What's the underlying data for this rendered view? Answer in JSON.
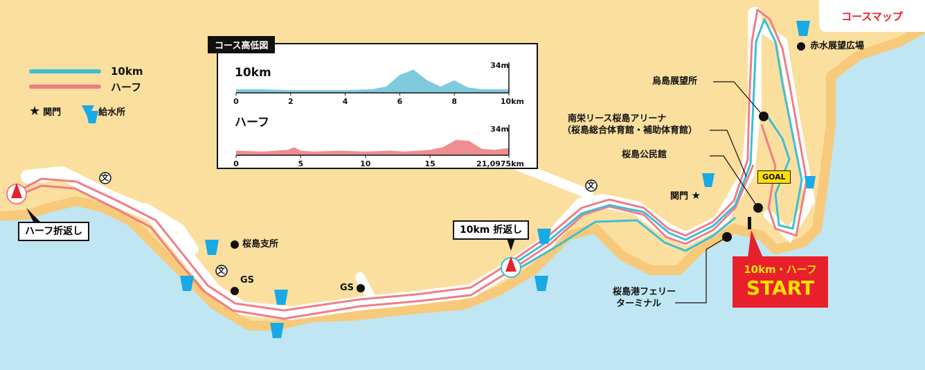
{
  "map_title": "コースマップ",
  "legend": {
    "line_10km": "10km",
    "line_half": "ハーフ",
    "checkpoint": "関門",
    "water_station": "給水所"
  },
  "elevation": {
    "title": "コース高低図",
    "top_chart": {
      "label": "10km",
      "max_label": "34m",
      "ticks": [
        "0",
        "2",
        "4",
        "6",
        "8",
        "10km"
      ]
    },
    "bottom_chart": {
      "label": "ハーフ",
      "max_label": "34m",
      "ticks": [
        "0",
        "5",
        "10",
        "15",
        "21,0975km"
      ]
    }
  },
  "places": {
    "akamizu": "赤水展望広場",
    "karasujima": "烏島展望所",
    "arena_line1": "南栄リース桜島アリーナ",
    "arena_line2": "（桜島総合体育館・補助体育館）",
    "kominkan": "桜島公民館",
    "sekimon": "関門",
    "branch_office": "桜島支所",
    "gs1": "GS",
    "gs2": "GS",
    "ferry_line1": "桜島港フェリー",
    "ferry_line2": "ターミナル"
  },
  "callouts": {
    "half_turn": "ハーフ折返し",
    "tenk_turn": "10km 折返し",
    "goal": "GOAL",
    "start_line1": "10km・ハーフ",
    "start_line2": "START"
  },
  "school_symbol": "文",
  "colors": {
    "sea": "#bfe6f2",
    "land": "#fbdf9e",
    "beach": "#f7c97a",
    "road": "#ffffff",
    "course_10km": "#3bbfd6",
    "course_half": "#ef7d86",
    "accent_red": "#e8202c",
    "goal_yellow": "#ffe100",
    "water_blue": "#19a9e4"
  },
  "chart_data": [
    {
      "type": "area",
      "title": "10km",
      "x": [
        0,
        1,
        2,
        3,
        4,
        5,
        5.5,
        6,
        6.5,
        7,
        7.5,
        8,
        8.5,
        9,
        10
      ],
      "y": [
        4,
        4,
        3,
        3,
        3,
        4,
        7,
        20,
        26,
        14,
        7,
        14,
        6,
        4,
        4
      ],
      "xlim": [
        0,
        10
      ],
      "ylim": [
        0,
        34
      ],
      "color": "#7fcbdd"
    },
    {
      "type": "area",
      "title": "ハーフ",
      "x": [
        0,
        2,
        4,
        4.5,
        5,
        6,
        8,
        10,
        12,
        13,
        14,
        15,
        16,
        17,
        18,
        19,
        20,
        21.0975
      ],
      "y": [
        5,
        4,
        6,
        9,
        5,
        4,
        5,
        4,
        5,
        4,
        5,
        6,
        9,
        17,
        16,
        7,
        6,
        8
      ],
      "xlim": [
        0,
        21.0975
      ],
      "ylim": [
        0,
        34
      ],
      "color": "#f08d90"
    }
  ]
}
